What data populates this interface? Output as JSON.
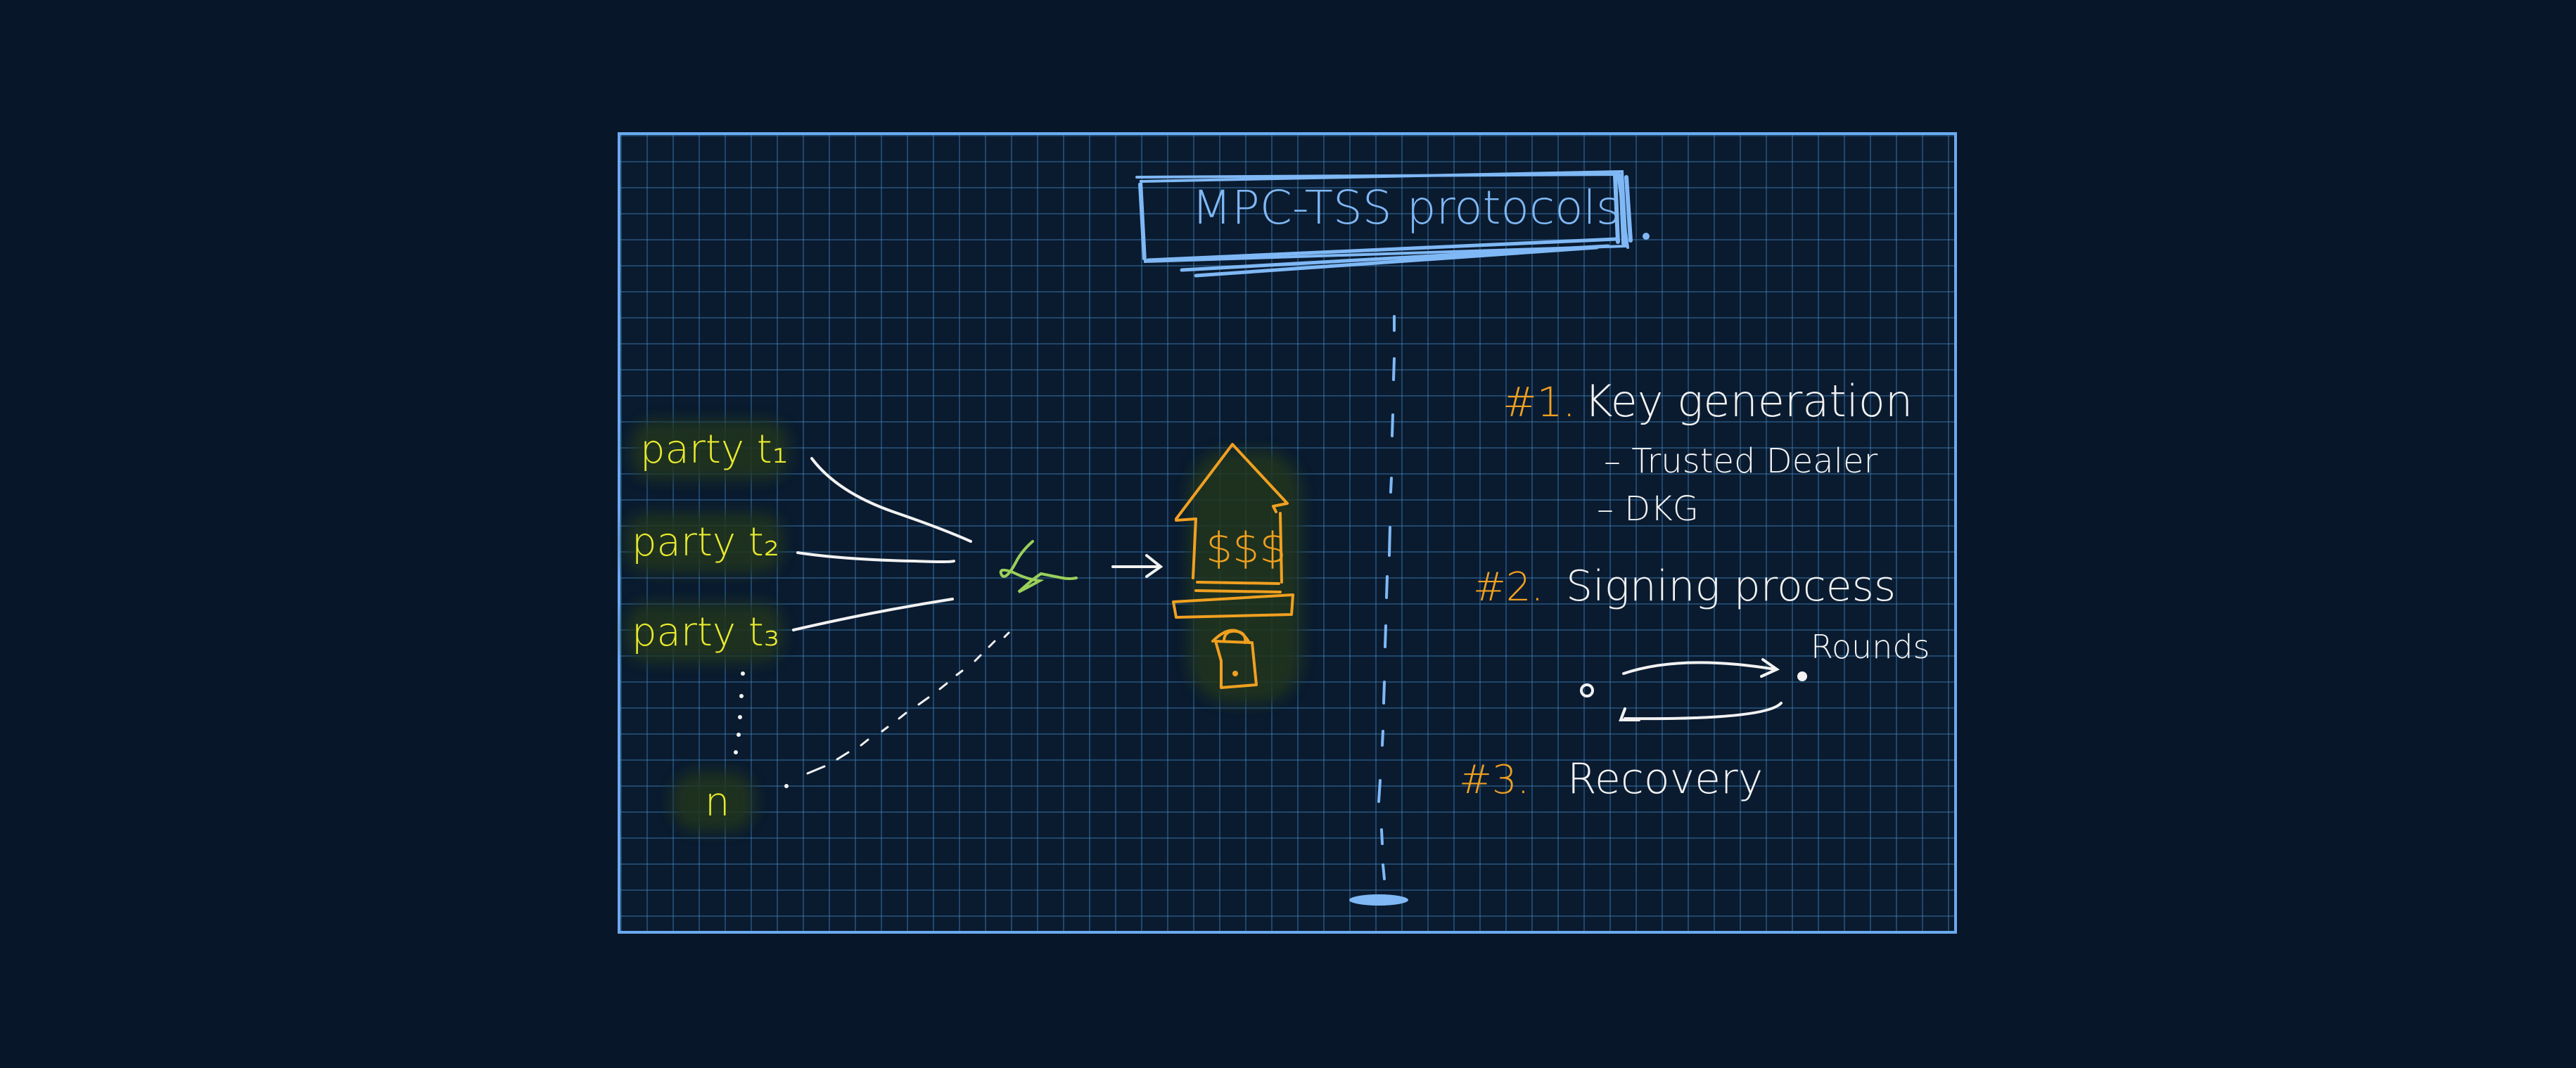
{
  "title": "MPC-TSS protocols",
  "parties": {
    "p1": "party t₁",
    "p2": "party t₂",
    "p3": "party t₃",
    "n": "n"
  },
  "vault_label": "$$$",
  "steps": {
    "s1_num": "#1.",
    "s1_title": "Key generation",
    "s1_sub1": "– Trusted Dealer",
    "s1_sub2": "– DKG",
    "s2_num": "#2.",
    "s2_title": "Signing process",
    "s2_rounds": "Rounds",
    "s3_num": "#3.",
    "s3_title": "Recovery"
  },
  "colors": {
    "background": "#071628",
    "grid": "#468cc8",
    "frame": "#6aaaf0",
    "party_text": "#e9ea2e",
    "highlight": "#1e3318",
    "step_number": "#f0a020",
    "ink": "#f2f2f2",
    "title_ink": "#7fb8f5",
    "signature": "#9ad05a"
  }
}
